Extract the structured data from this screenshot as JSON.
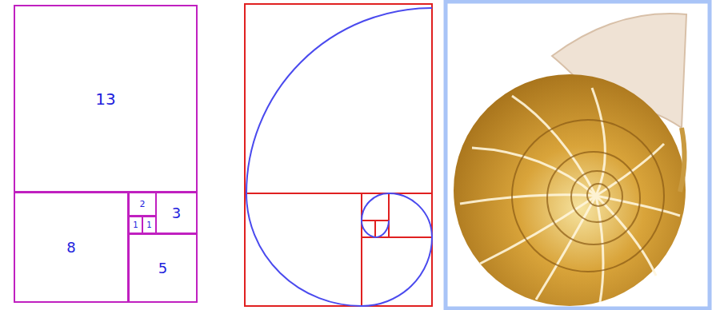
{
  "diagram": {
    "nodes": [
      {
        "text": [
          "13"
        ]
      },
      {
        "text": [
          "2"
        ]
      },
      {
        "text": [
          "3"
        ]
      },
      {
        "text": [
          "1"
        ]
      },
      {
        "text": [
          "1"
        ]
      },
      {
        "text": [
          "8"
        ]
      },
      {
        "text": [
          "5"
        ]
      }
    ]
  }
}
